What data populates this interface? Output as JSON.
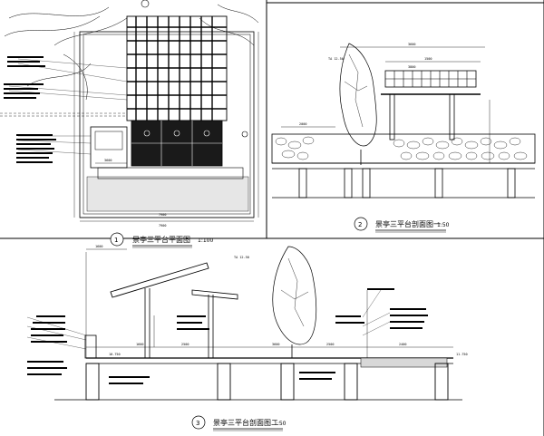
{
  "drawings": [
    {
      "number": "1",
      "title": "景亭三平台平面图",
      "scale": "1:100"
    },
    {
      "number": "2",
      "title": "景亭三平台剖面图一",
      "scale": "1:50"
    },
    {
      "number": "3",
      "title": "景亭三平台剖面图二",
      "scale": "1:50"
    }
  ],
  "plan_dims": {
    "top": "7900",
    "bottom": "7900",
    "inner": "3600"
  },
  "section1_dims": {
    "top_overall": "3600",
    "roof": "1500",
    "mid": "3800",
    "left": "2000"
  },
  "section2_dims": {
    "width_a": "1600",
    "width_b": "2500",
    "width_c": "3600",
    "width_d": "2500",
    "width_e": "2400",
    "pergola": "1600"
  },
  "elevations": {
    "top": "TA 12.50",
    "platform": "11.750",
    "ground": "10.750"
  }
}
